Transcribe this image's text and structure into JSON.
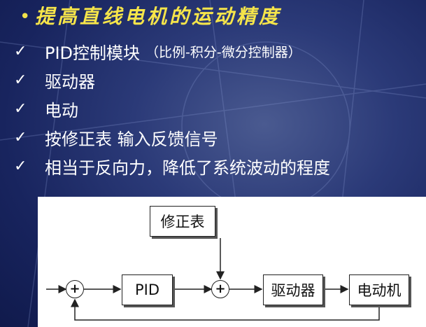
{
  "title": {
    "bullet": "•",
    "text": "提高直线电机的运动精度"
  },
  "bullets": [
    {
      "text": "PID控制模块",
      "note": "（比例-积分-微分控制器）"
    },
    {
      "text": "驱动器"
    },
    {
      "text": "电动"
    },
    {
      "text": "按修正表 输入反馈信号"
    },
    {
      "text": "相当于反向力，降低了系统波动的程度"
    }
  ],
  "check_glyph": "✓",
  "diagram": {
    "correction_block": "修正表",
    "pid_block": "PID",
    "driver_block": "驱动器",
    "motor_block": "电动机",
    "sum_symbol": "+"
  },
  "colors": {
    "title": "#f6e54a",
    "background": "#1c2a66",
    "bullet_text": "#ffffff"
  }
}
